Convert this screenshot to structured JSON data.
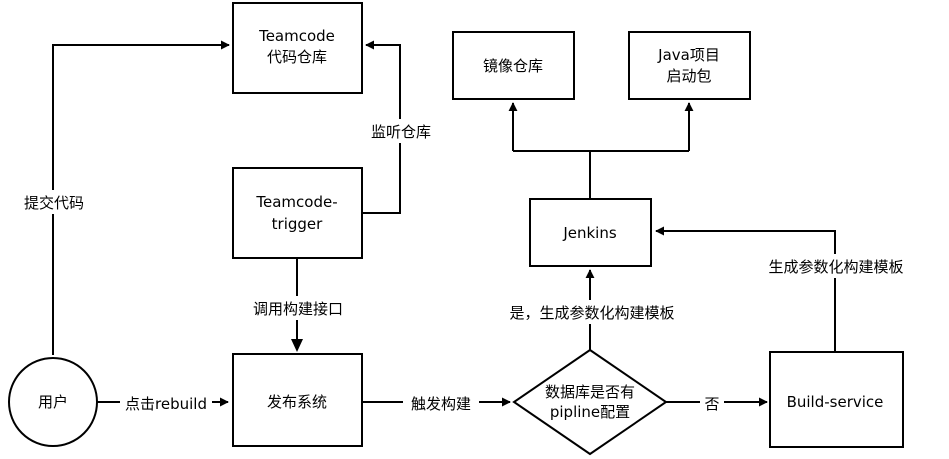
{
  "nodes": {
    "teamcode_repo": [
      "Teamcode",
      "代码仓库"
    ],
    "image_repo": [
      "镜像仓库"
    ],
    "java_package": [
      "Java项目",
      "启动包"
    ],
    "teamcode_trigger": [
      "Teamcode-",
      "trigger"
    ],
    "jenkins": [
      "Jenkins"
    ],
    "user": [
      "用户"
    ],
    "release_system": [
      "发布系统"
    ],
    "db_check": [
      "数据库是否有",
      "pipline配置"
    ],
    "build_service": [
      "Build-service"
    ]
  },
  "edges": {
    "submit_code": "提交代码",
    "listen_repo": "监听仓库",
    "call_build_api": "调用构建接口",
    "click_rebuild": "点击rebuild",
    "trigger_build": "触发构建",
    "no": "否",
    "yes_generate": "是，生成参数化构建模板",
    "generate_template": "生成参数化构建模板"
  },
  "colors": {
    "stroke": "#000000",
    "fill": "#ffffff",
    "text": "#000000"
  }
}
